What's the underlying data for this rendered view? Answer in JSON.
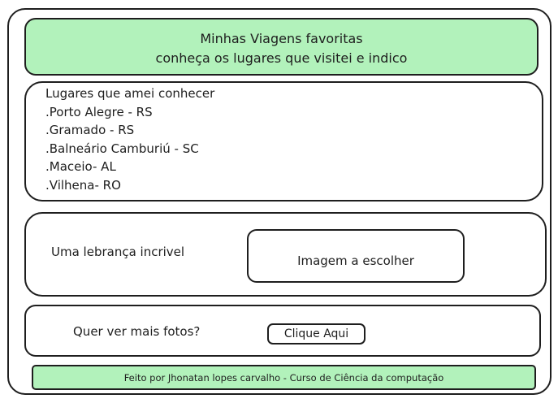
{
  "header": {
    "title": "Minhas Viagens favoritas",
    "subtitle": "conheça os lugares que visitei e indico"
  },
  "places": {
    "heading": "Lugares que amei conhecer",
    "items": [
      ".Porto Alegre - RS",
      ".Gramado - RS",
      ".Balneário Camburiú - SC",
      ".Maceio- AL",
      ".Vilhena- RO"
    ]
  },
  "souvenir": {
    "label": "Uma lebrança incrivel",
    "image_placeholder": "Imagem a escolher"
  },
  "photos": {
    "prompt": "Quer ver mais fotos?",
    "button_label": "Clique Aqui"
  },
  "footer": {
    "text": "Feito por Jhonatan lopes carvalho - Curso de Ciência da computação"
  },
  "colors": {
    "accent_green": "#b2f2bb",
    "stroke": "#1e1e1e"
  }
}
